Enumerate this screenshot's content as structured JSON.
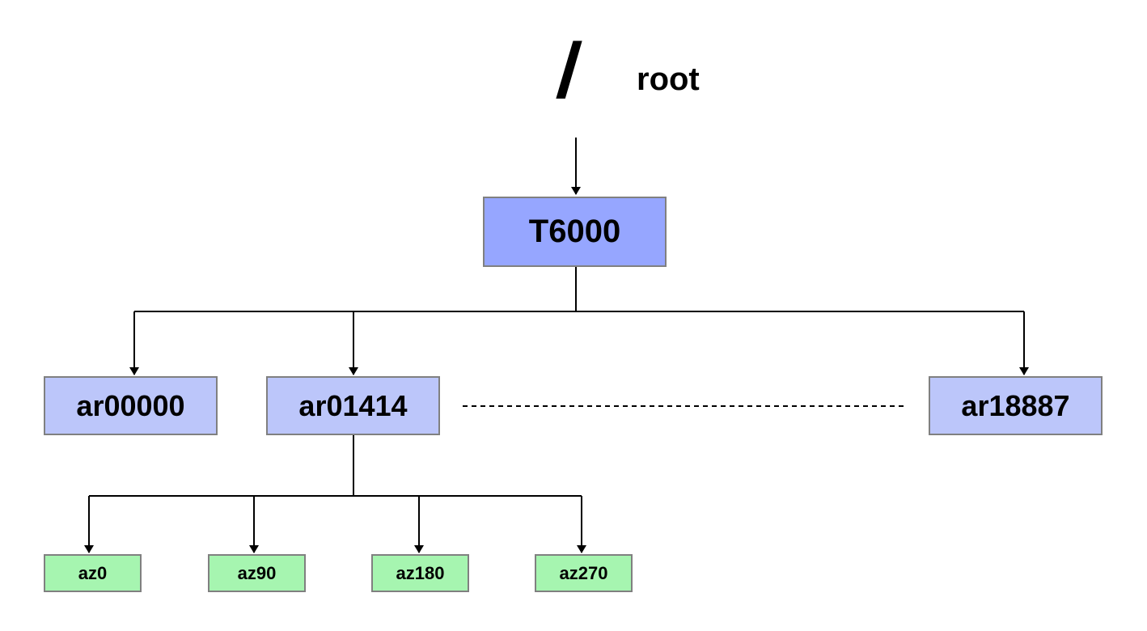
{
  "root": {
    "symbol": "/",
    "label": "root"
  },
  "top_node": {
    "label": "T6000"
  },
  "level1": [
    {
      "label": "ar00000"
    },
    {
      "label": "ar01414"
    },
    {
      "label": "ar18887"
    }
  ],
  "level2": [
    {
      "label": "az0"
    },
    {
      "label": "az90"
    },
    {
      "label": "az180"
    },
    {
      "label": "az270"
    }
  ],
  "colors": {
    "top_node_fill": "#96a6ff",
    "level1_fill": "#bcc6fa",
    "level2_fill": "#a6f5b0",
    "border": "#808080",
    "line": "#000000"
  }
}
